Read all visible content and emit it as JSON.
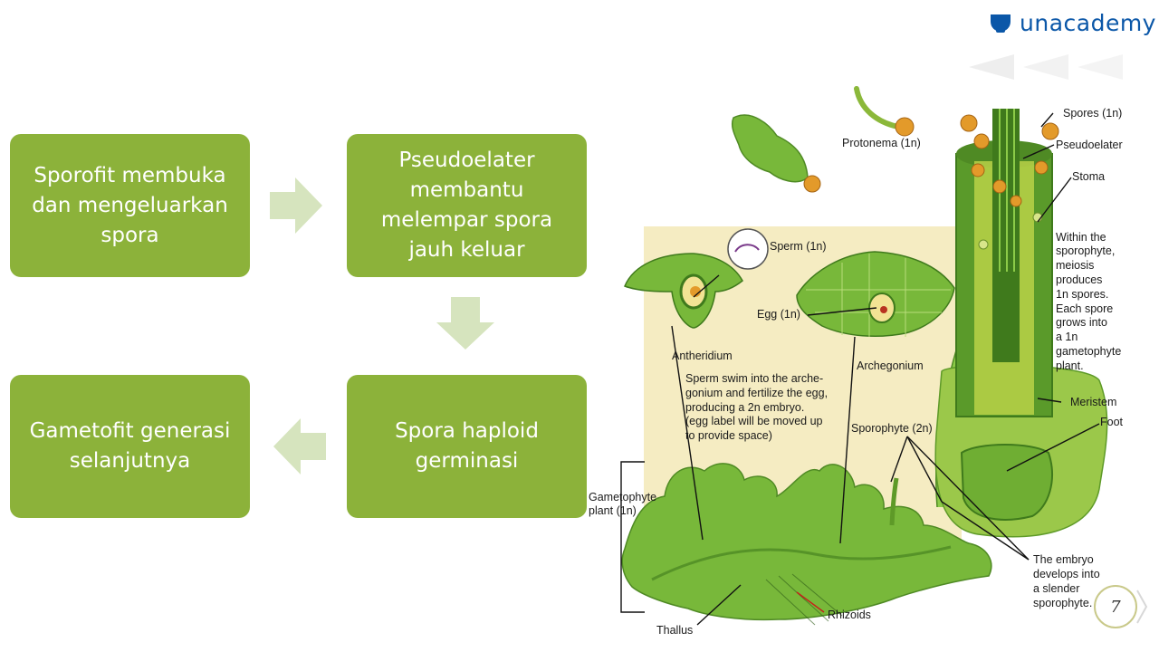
{
  "logo": {
    "text": "unacademy",
    "brand_color": "#0b57a8"
  },
  "flow": {
    "step1": "Sporofit membuka dan mengeluarkan spora",
    "step2": "Pseudoelater membantu melempar spora jauh keluar",
    "step3": "Spora haploid germinasi",
    "step4": "Gametofit generasi selanjutnya",
    "box_color": "#8cb23a",
    "arrow_color": "#d6e4be"
  },
  "diagram": {
    "labels": {
      "spores": "Spores (1n)",
      "protonema": "Protonema (1n)",
      "pseudoelater": "Pseudoelater",
      "stoma": "Stoma",
      "sperm": "Sperm (1n)",
      "egg": "Egg (1n)",
      "antheridium": "Antheridium",
      "archegonium": "Archegonium",
      "sporophyte": "Sporophyte (2n)",
      "meristem": "Meristem",
      "foot": "Foot",
      "gametophyte_1": "Gametophyte",
      "gametophyte_2": "plant (1n)",
      "thallus": "Thallus",
      "rhizoids": "Rhizoids"
    },
    "meiosis_text": [
      "Within the",
      "sporophyte,",
      "meiosis",
      "produces",
      "1n spores.",
      "Each spore",
      "grows into",
      "a 1n",
      "gametophyte",
      "plant."
    ],
    "sperm_text": [
      "Sperm swim into the arche-",
      "gonium and fertilize the egg,",
      "producing a 2n embryo.",
      "(egg label will be moved up",
      "to provide space)"
    ],
    "embryo_text": [
      "The embryo",
      "develops into",
      "a slender",
      "sporophyte."
    ]
  },
  "page_number": "7"
}
